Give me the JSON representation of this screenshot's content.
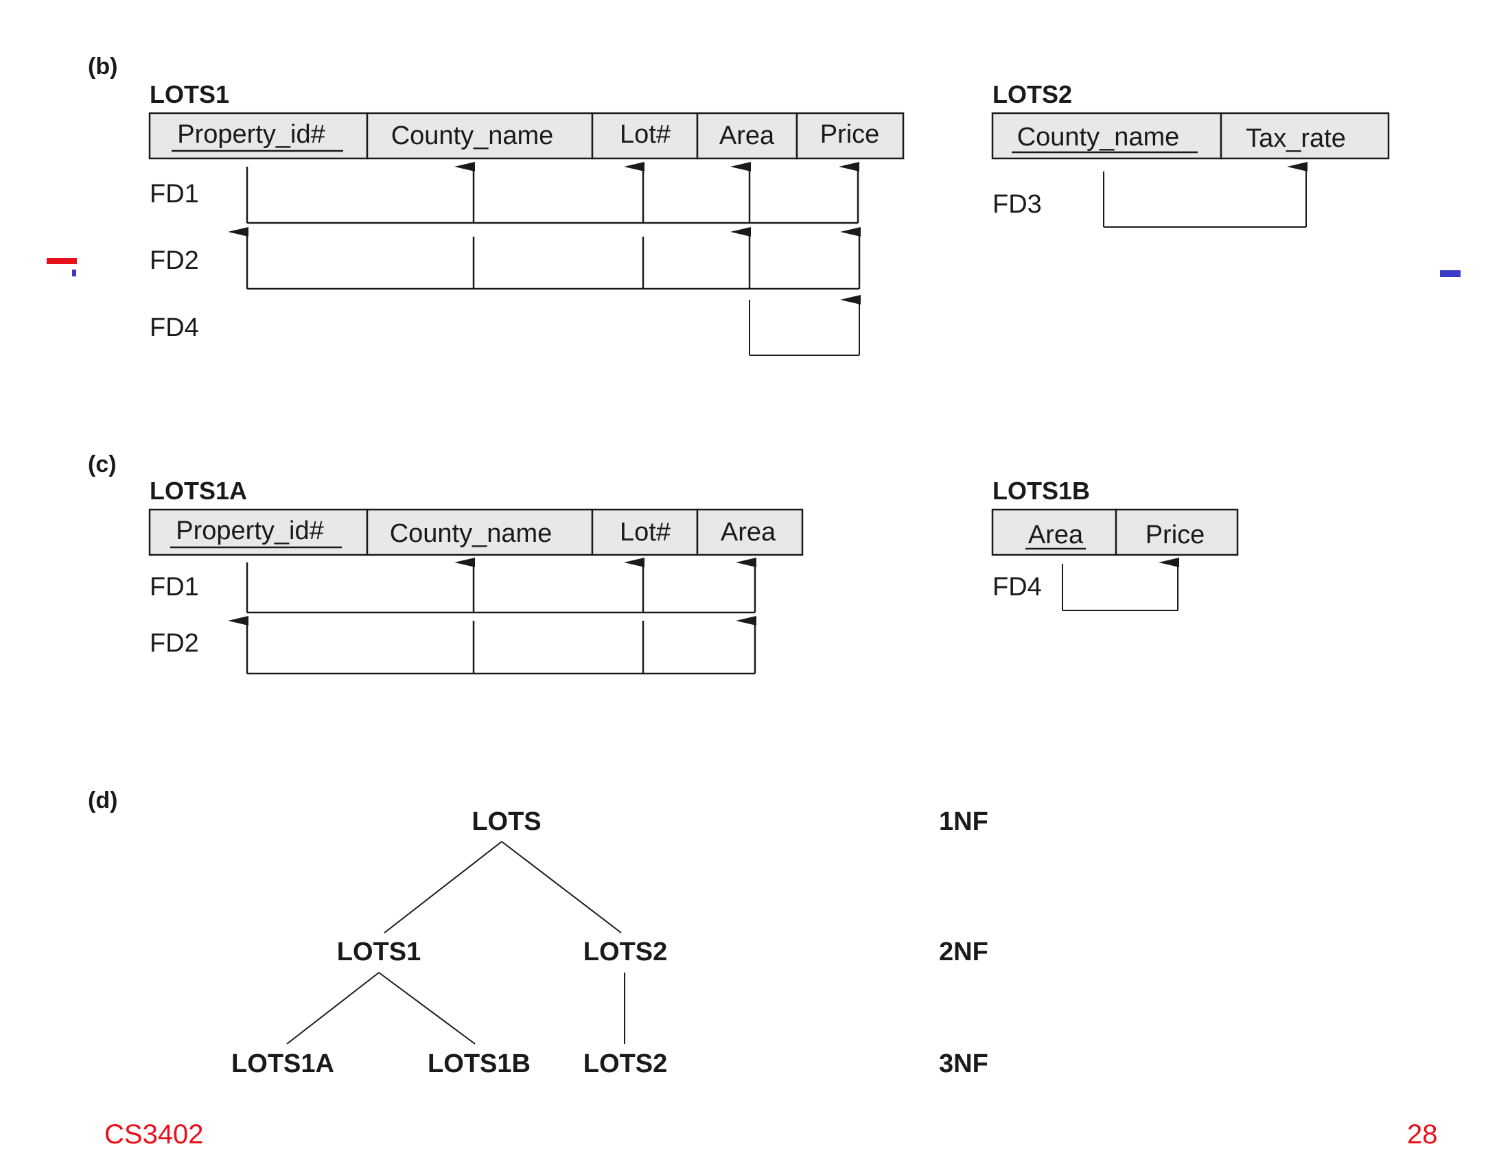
{
  "parts": {
    "b": "(b)",
    "c": "(c)",
    "d": "(d)"
  },
  "relations": {
    "lots1": {
      "name": "LOTS1",
      "attributes": [
        "Property_id#",
        "County_name",
        "Lot#",
        "Area",
        "Price"
      ],
      "key": [
        "Property_id#"
      ]
    },
    "lots2": {
      "name": "LOTS2",
      "attributes": [
        "County_name",
        "Tax_rate"
      ],
      "key": [
        "County_name"
      ]
    },
    "lots1a": {
      "name": "LOTS1A",
      "attributes": [
        "Property_id#",
        "County_name",
        "Lot#",
        "Area"
      ],
      "key": [
        "Property_id#"
      ]
    },
    "lots1b": {
      "name": "LOTS1B",
      "attributes": [
        "Area",
        "Price"
      ],
      "key": [
        "Area"
      ]
    }
  },
  "fds": {
    "fd1": "FD1",
    "fd2": "FD2",
    "fd3": "FD3",
    "fd4": "FD4"
  },
  "dependencies": {
    "lots1": [
      {
        "label": "FD1",
        "from": [
          "Property_id#"
        ],
        "to": [
          "County_name",
          "Lot#",
          "Area",
          "Price"
        ]
      },
      {
        "label": "FD2",
        "from": [
          "County_name",
          "Lot#"
        ],
        "to": [
          "Property_id#",
          "Area",
          "Price"
        ]
      },
      {
        "label": "FD4",
        "from": [
          "Area"
        ],
        "to": [
          "Price"
        ]
      }
    ],
    "lots2": [
      {
        "label": "FD3",
        "from": [
          "County_name"
        ],
        "to": [
          "Tax_rate"
        ]
      }
    ],
    "lots1a": [
      {
        "label": "FD1",
        "from": [
          "Property_id#"
        ],
        "to": [
          "County_name",
          "Lot#",
          "Area"
        ]
      },
      {
        "label": "FD2",
        "from": [
          "County_name",
          "Lot#"
        ],
        "to": [
          "Property_id#",
          "Area"
        ]
      }
    ],
    "lots1b": [
      {
        "label": "FD4",
        "from": [
          "Area"
        ],
        "to": [
          "Price"
        ]
      }
    ]
  },
  "tree": {
    "root": "LOTS",
    "level2": [
      "LOTS1",
      "LOTS2"
    ],
    "level3": [
      "LOTS1A",
      "LOTS1B",
      "LOTS2"
    ],
    "normal_forms": [
      "1NF",
      "2NF",
      "3NF"
    ]
  },
  "footer": {
    "course": "CS3402",
    "page": "28"
  },
  "colors": {
    "ink": "#1a1a1a",
    "cell_fill": "#e8e8e8",
    "footer": "#e8101a",
    "mark_red": "#e8101a",
    "mark_blue": "#3a3ac8"
  }
}
